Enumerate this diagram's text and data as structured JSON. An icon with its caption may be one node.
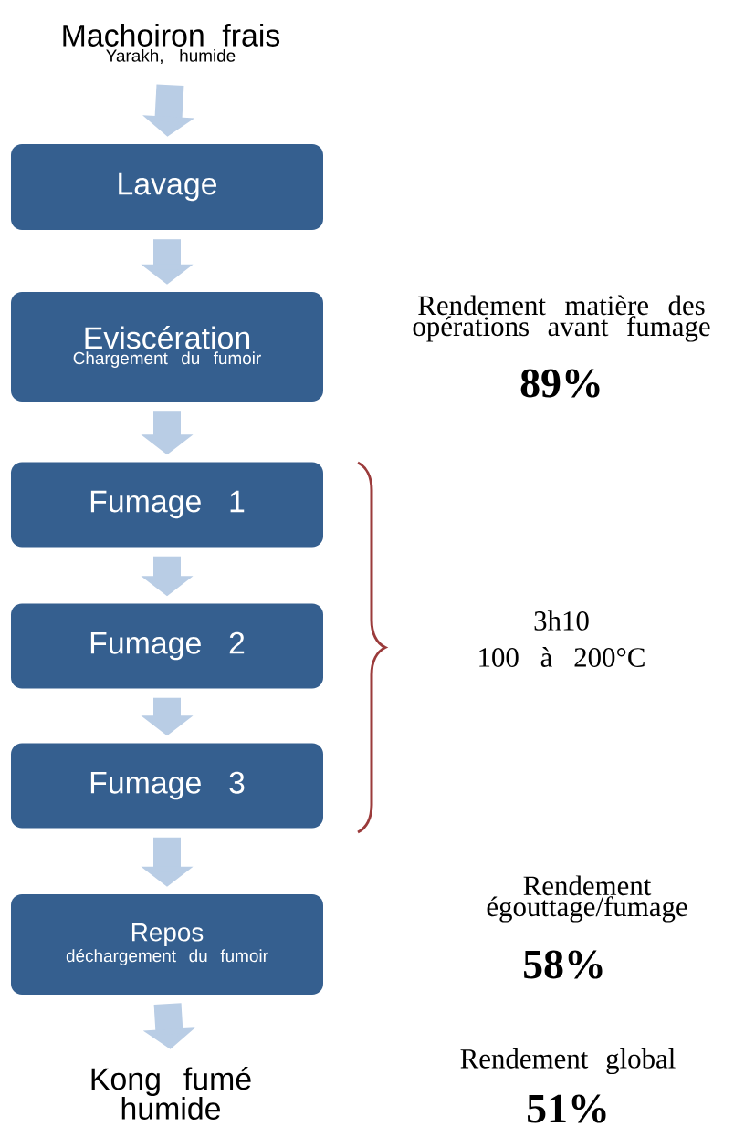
{
  "diagram": {
    "nodes": [
      {
        "text": [
          "Machoiron frais",
          "Yarakh, humide"
        ]
      },
      {
        "text": [
          "Lavage"
        ]
      },
      {
        "text": [
          "Eviscération",
          "Chargement du fumoir"
        ]
      },
      {
        "text": [
          "Fumage 1"
        ]
      },
      {
        "text": [
          "Fumage 2"
        ]
      },
      {
        "text": [
          "Fumage 3"
        ]
      },
      {
        "text": [
          "Repos",
          "déchargement du fumoir"
        ]
      },
      {
        "text": [
          "Kong fumé humide"
        ]
      }
    ],
    "edges": [
      {
        "from": 0,
        "to": 1,
        "arrow": "to"
      },
      {
        "from": 1,
        "to": 2,
        "arrow": "to"
      },
      {
        "from": 2,
        "to": 3,
        "arrow": "to"
      },
      {
        "from": 3,
        "to": 4,
        "arrow": "to"
      },
      {
        "from": 4,
        "to": 5,
        "arrow": "to"
      },
      {
        "from": 5,
        "to": 6,
        "arrow": "to"
      },
      {
        "from": 6,
        "to": 7,
        "arrow": "to"
      }
    ],
    "labels": [
      "Rendement matière des opérations avant fumage",
      "89%",
      "3h10",
      "100 à 200°C",
      "Rendement égouttage/fumage",
      "58%",
      "Rendement global",
      "51%"
    ]
  }
}
